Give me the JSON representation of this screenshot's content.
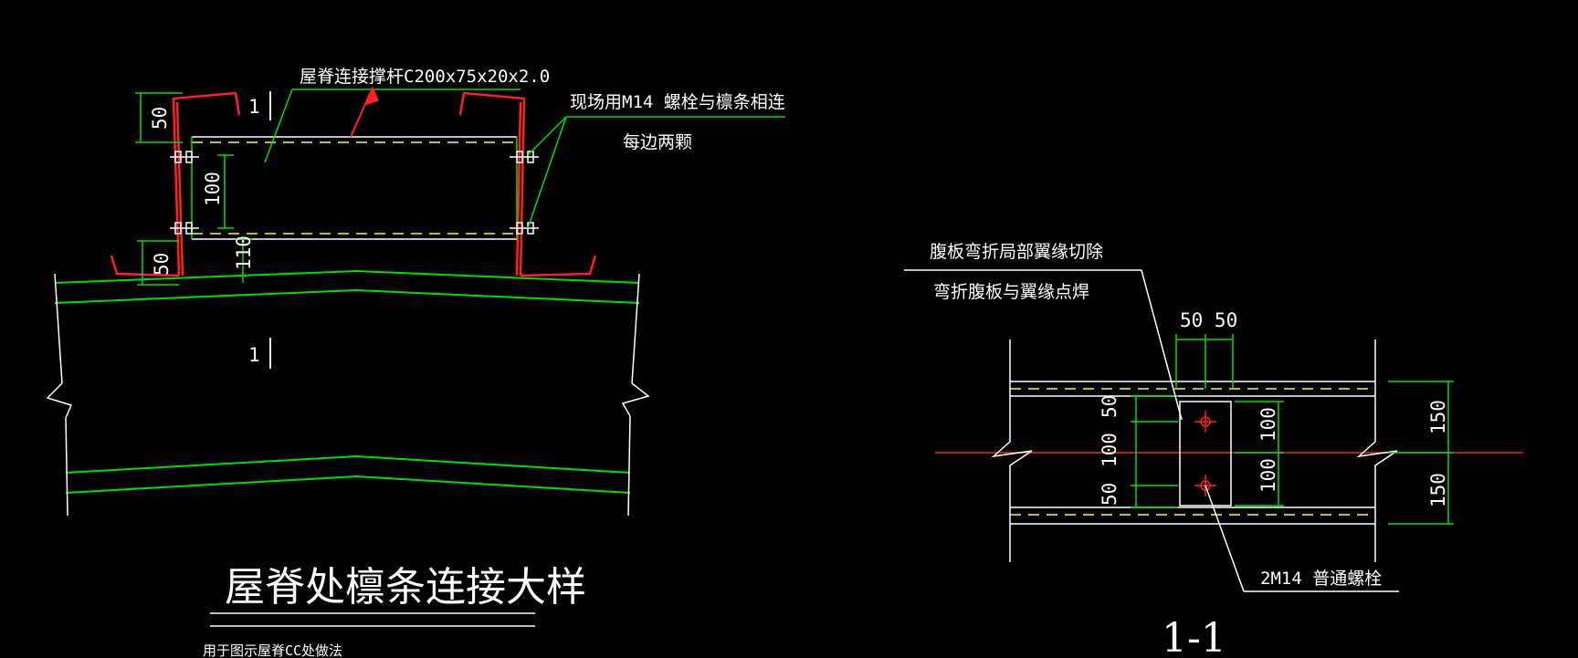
{
  "colors": {
    "background": "#000000",
    "linework": "#ffffff",
    "purlin": "#ff2020",
    "dimension": "#00e000",
    "dashed": "#ffff00",
    "centerline": "#ff0000"
  },
  "left_detail": {
    "brace_label": "屋脊连接撑杆C200x75x20x2.0",
    "bolt_label": "现场用M14 螺栓与檩条相连",
    "bolt_label_2": "每边两颗",
    "section_mark": "1",
    "dims": {
      "d50_top": "50",
      "d100": "100",
      "d50_bottom": "50",
      "d110": "110"
    },
    "title": "屋脊处檩条连接大样",
    "note": "用于图示屋脊CC处做法"
  },
  "right_detail": {
    "note_1": "腹板弯折局部翼缘切除",
    "note_2": "弯折腹板与翼缘点焊",
    "dim_top": "50 50",
    "dims_left": {
      "a": "50",
      "b": "100",
      "c": "50"
    },
    "dims_inner": {
      "a": "100",
      "b": "100"
    },
    "dims_right": {
      "a": "150",
      "b": "150"
    },
    "bolt_label": "2M14 普通螺栓",
    "section_title": "1-1"
  }
}
